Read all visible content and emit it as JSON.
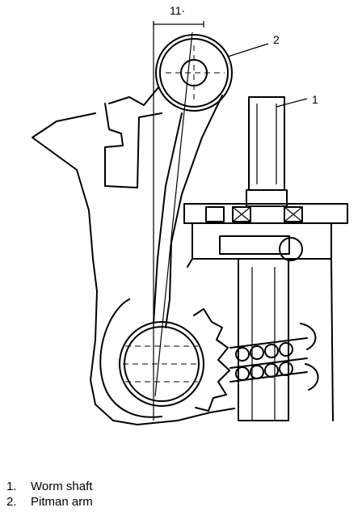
{
  "diagram": {
    "angle_label": "11·",
    "callouts": [
      "2",
      "1"
    ]
  },
  "legend": {
    "items": [
      {
        "number": "1.",
        "label": "Worm shaft"
      },
      {
        "number": "2.",
        "label": "Pitman arm"
      }
    ]
  }
}
